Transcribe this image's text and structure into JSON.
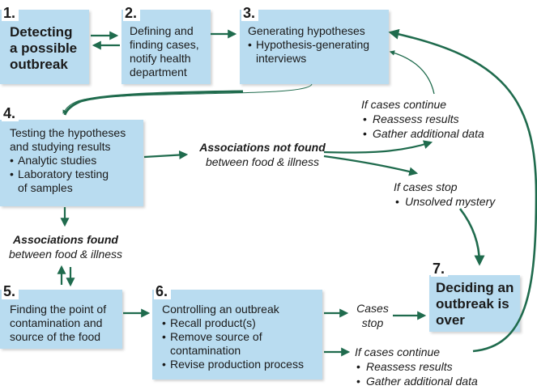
{
  "steps": {
    "s1": {
      "num": "1.",
      "line1": "Detecting",
      "line2": "a possible",
      "line3": "outbreak"
    },
    "s2": {
      "num": "2.",
      "line1": "Defining and",
      "line2": "finding cases,",
      "line3": "notify health",
      "line4": "department"
    },
    "s3": {
      "num": "3.",
      "title": "Generating hypotheses",
      "bullet1a": "Hypothesis-generating",
      "bullet1b": "interviews"
    },
    "s4": {
      "num": "4.",
      "line1": "Testing the hypotheses",
      "line2": "and studying results",
      "bullet1": "Analytic studies",
      "bullet2a": "Laboratory testing",
      "bullet2b": "of samples"
    },
    "s5": {
      "num": "5.",
      "line1": "Finding the point of",
      "line2": "contamination and",
      "line3": "source of the food"
    },
    "s6": {
      "num": "6.",
      "title": "Controlling an outbreak",
      "bullet1": "Recall product(s)",
      "bullet2a": "Remove source of",
      "bullet2b": "contamination",
      "bullet3": "Revise production process"
    },
    "s7": {
      "num": "7.",
      "line1": "Deciding an",
      "line2": "outbreak is",
      "line3": "over"
    }
  },
  "notes": {
    "not_found": {
      "bold": "Associations not found",
      "rest": "between food & illness"
    },
    "found": {
      "bold": "Associations found",
      "rest": "between food & illness"
    },
    "continue_top": {
      "head": "If cases continue",
      "b1": "Reassess results",
      "b2": "Gather additional data"
    },
    "stop_mid": {
      "head": "If cases stop",
      "b1": "Unsolved mystery"
    },
    "cases_stop": {
      "line1": "Cases",
      "line2": "stop"
    },
    "continue_bottom": {
      "head": "If cases continue",
      "b1": "Reassess results",
      "b2": "Gather additional data"
    }
  },
  "colors": {
    "box": "#b9dcf0",
    "arrow": "#1f6b4d"
  }
}
